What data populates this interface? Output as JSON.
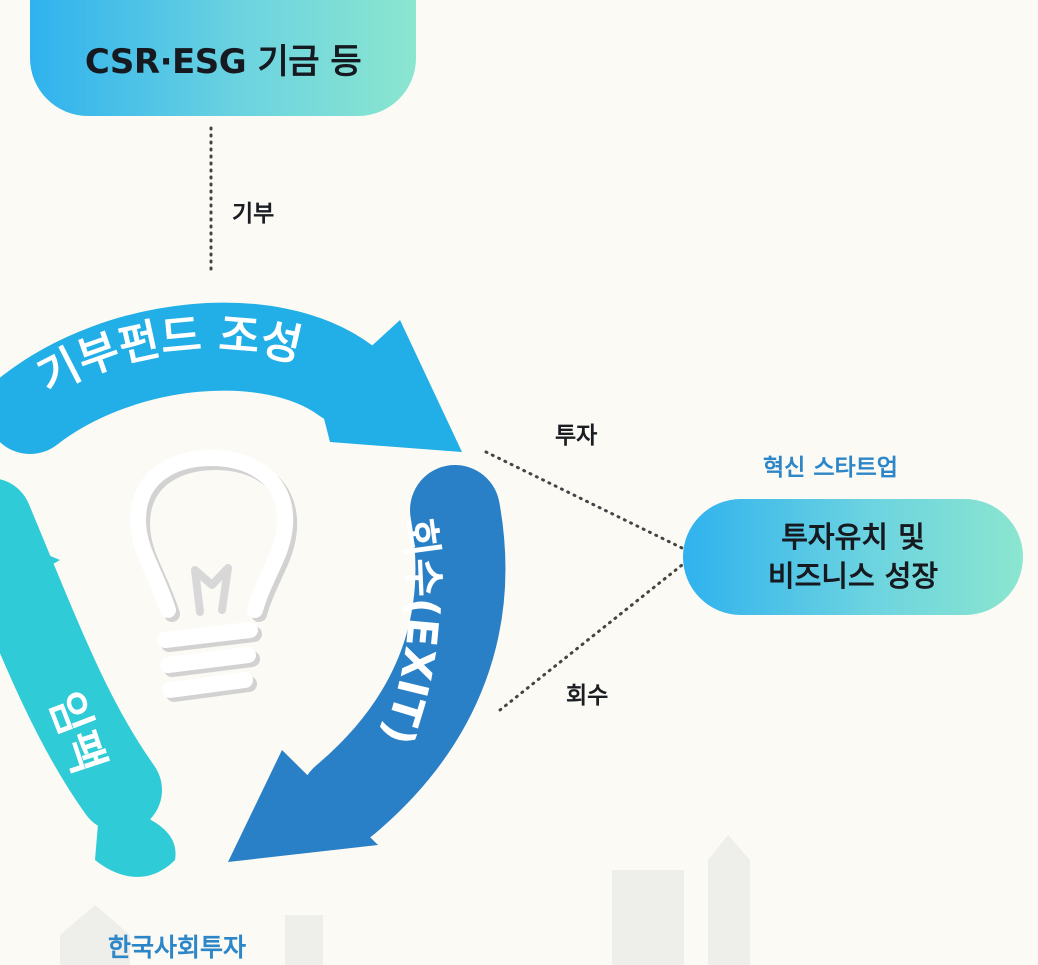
{
  "top_box": {
    "text": "CSR·ESG 기금 등"
  },
  "label_donation": "기부",
  "arc_fund": "기부펀드 조성",
  "arc_exit": "회수(EXIT)",
  "arc_left": "임팩트투자",
  "label_invest": "투자",
  "label_recover": "회수",
  "startup": {
    "title": "혁신 스타트업",
    "box_text": "투자유치 및\n비즈니스 성장"
  },
  "org_name": "한국사회투자",
  "colors": {
    "cyan": "#22aee6",
    "blue": "#2a80c6",
    "teal": "#2fcbd6",
    "title_blue": "#2d86c7"
  },
  "icons": [
    "lightbulb-icon"
  ]
}
